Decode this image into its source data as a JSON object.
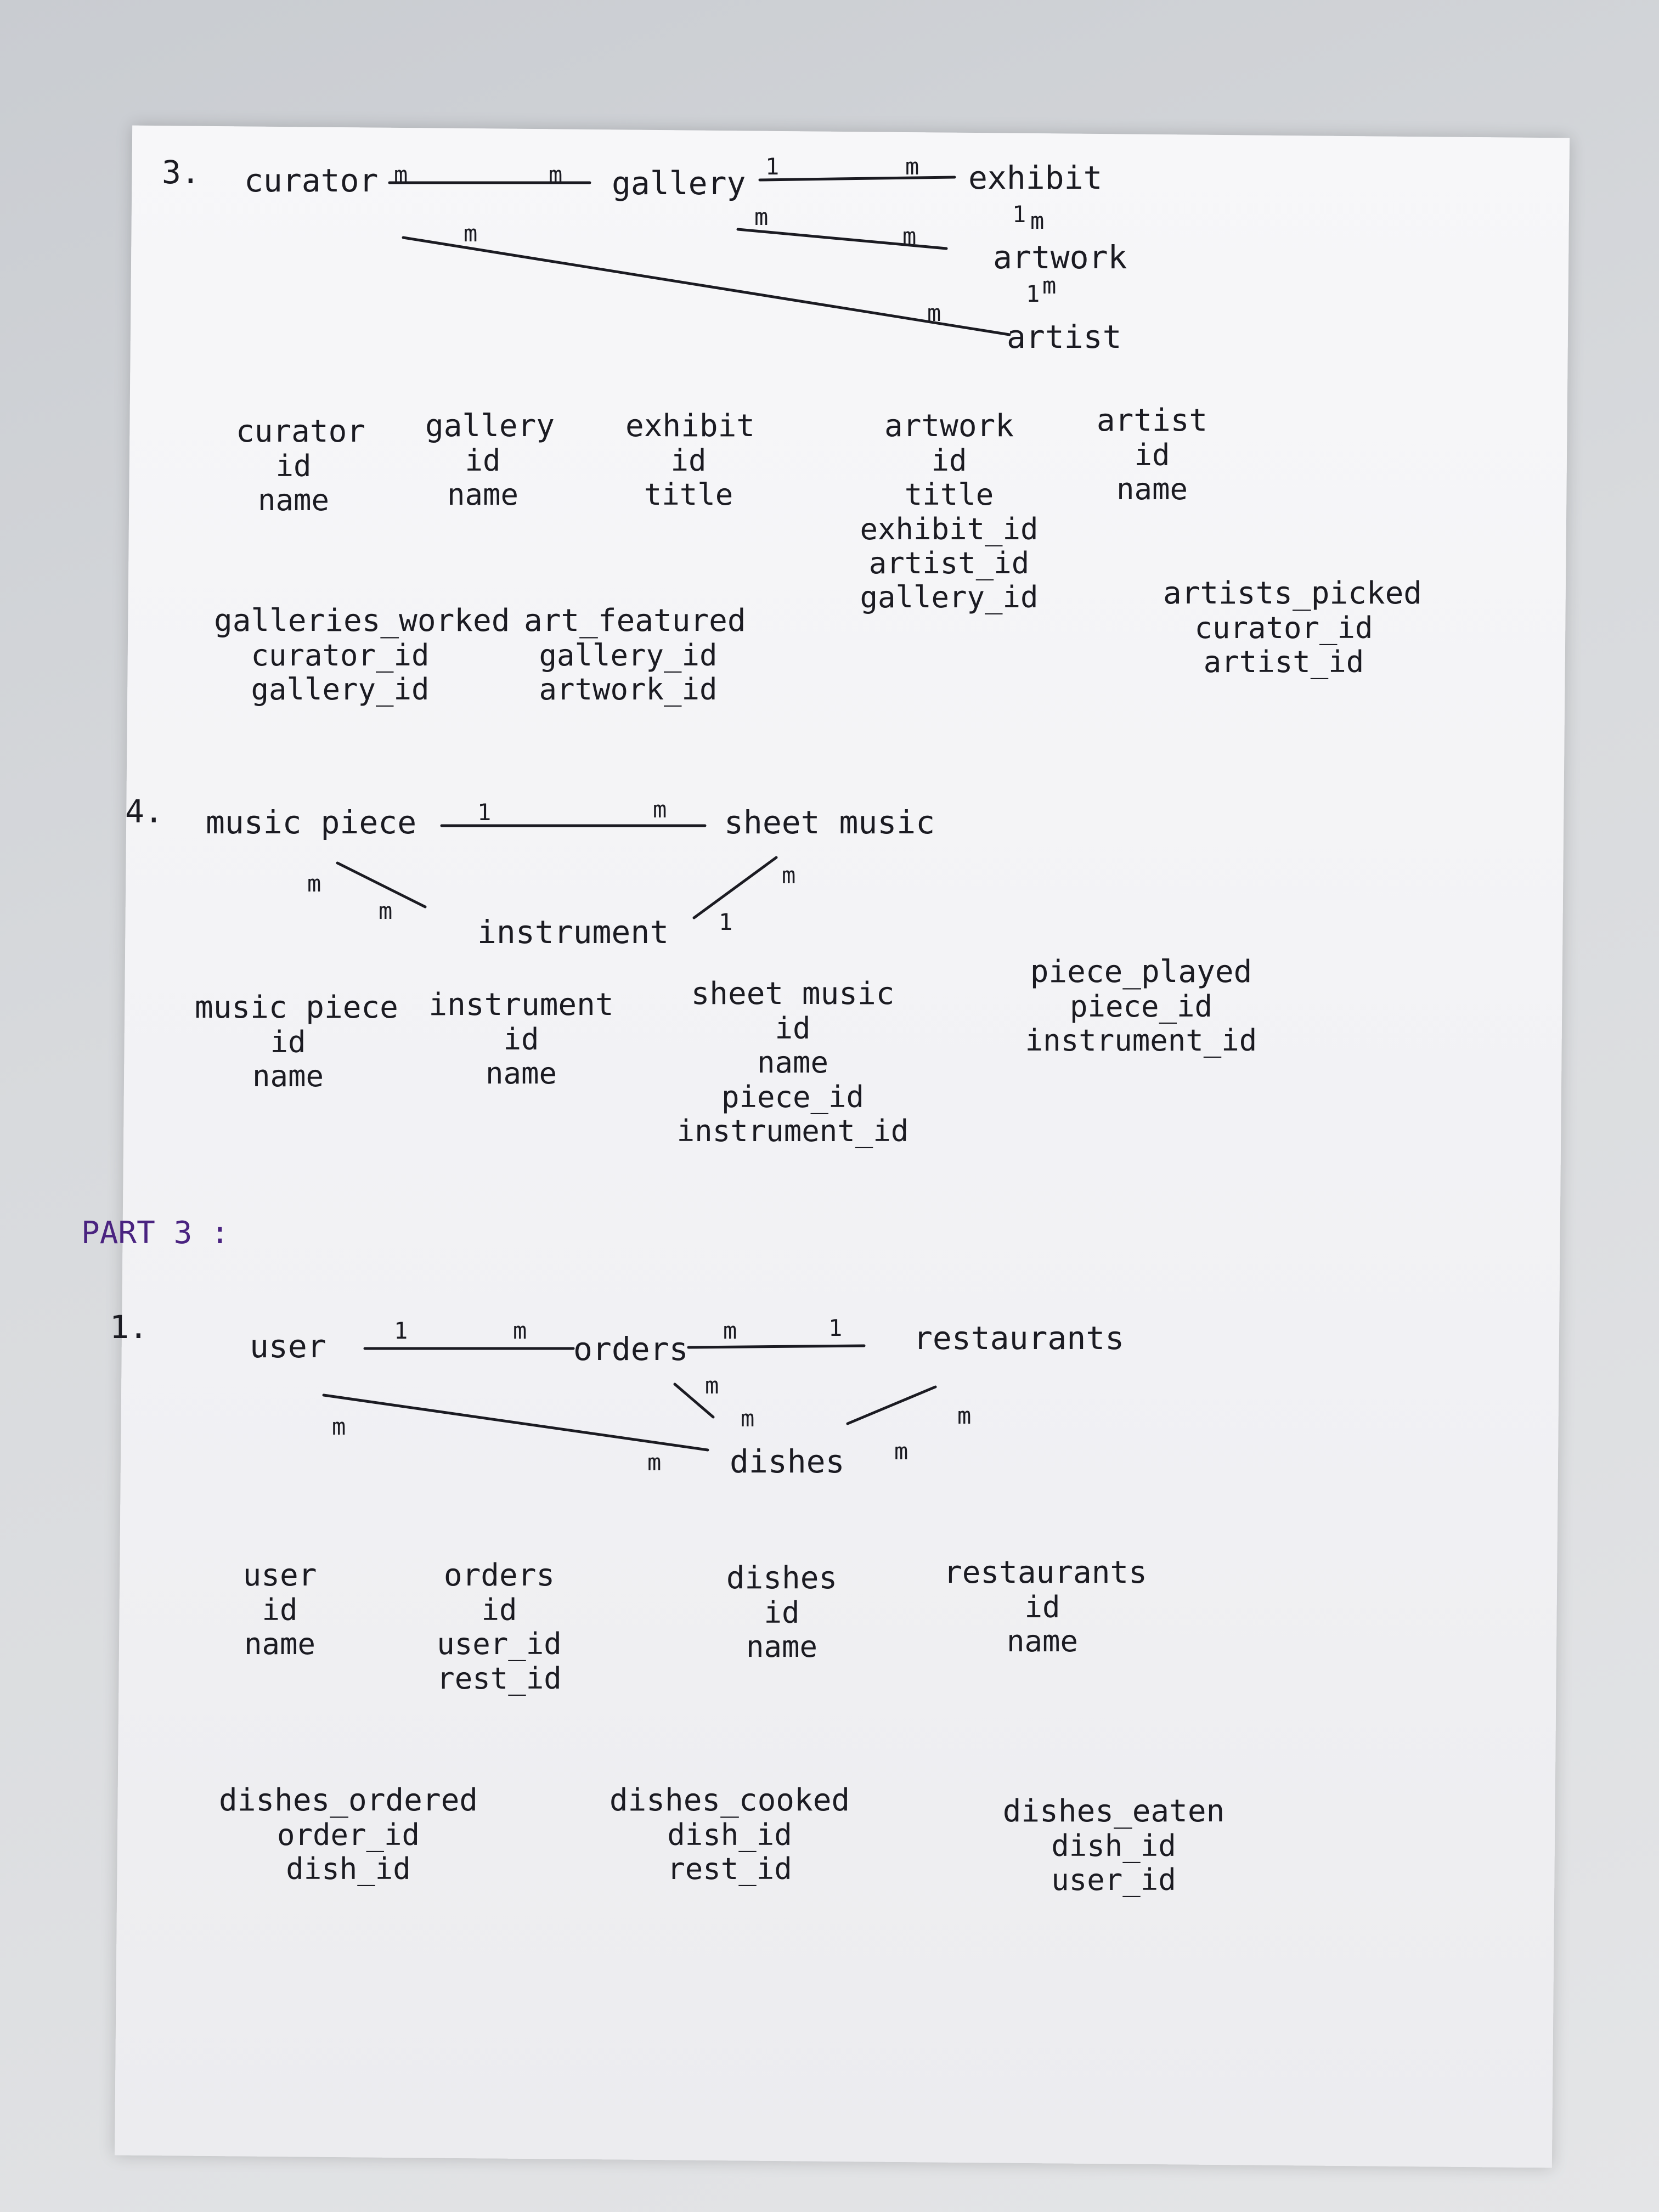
{
  "section3": {
    "number": "3.",
    "entities": {
      "curator": "curator",
      "gallery": "gallery",
      "exhibit": "exhibit",
      "artwork": "artwork",
      "artist": "artist"
    },
    "cardinalities": {
      "curator_gallery_left": "m",
      "curator_gallery_right": "m",
      "gallery_exhibit_left": "1",
      "gallery_exhibit_right": "m",
      "exhibit_artwork_top": "1",
      "exhibit_artwork_bottom": "m",
      "artwork_artist_top": "1",
      "artwork_artist_bottom": "m",
      "gallery_artwork_left": "m",
      "gallery_artwork_right": "m",
      "curator_artist_left": "m",
      "curator_artist_right": "m"
    },
    "tables": [
      {
        "name": "curator",
        "cols": [
          "id",
          "name"
        ]
      },
      {
        "name": "gallery",
        "cols": [
          "id",
          "name"
        ]
      },
      {
        "name": "exhibit",
        "cols": [
          "id",
          "title"
        ]
      },
      {
        "name": "artwork",
        "cols": [
          "id",
          "title",
          "exhibit_id",
          "artist_id",
          "gallery_id"
        ]
      },
      {
        "name": "artist",
        "cols": [
          "id",
          "name"
        ]
      },
      {
        "name": "galleries_worked",
        "cols": [
          "curator_id",
          "gallery_id"
        ]
      },
      {
        "name": "art_featured",
        "cols": [
          "gallery_id",
          "artwork_id"
        ]
      },
      {
        "name": "artists_picked",
        "cols": [
          "curator_id",
          "artist_id"
        ]
      }
    ]
  },
  "section4": {
    "number": "4.",
    "entities": {
      "music_piece": "music piece",
      "sheet_music": "sheet music",
      "instrument": "instrument"
    },
    "cardinalities": {
      "piece_sheet_left": "1",
      "piece_sheet_right": "m",
      "piece_instr_top": "m",
      "piece_instr_bottom": "m",
      "sheet_instr_top": "m",
      "sheet_instr_bottom": "1"
    },
    "tables": [
      {
        "name": "music piece",
        "cols": [
          "id",
          "name"
        ]
      },
      {
        "name": "instrument",
        "cols": [
          "id",
          "name"
        ]
      },
      {
        "name": "sheet music",
        "cols": [
          "id",
          "name",
          "piece_id",
          "instrument_id"
        ]
      },
      {
        "name": "piece_played",
        "cols": [
          "piece_id",
          "instrument_id"
        ]
      }
    ]
  },
  "part3": {
    "heading": "PART 3 :",
    "number": "1.",
    "entities": {
      "user": "user",
      "orders": "orders",
      "restaurants": "restaurants",
      "dishes": "dishes"
    },
    "cardinalities": {
      "user_orders_left": "1",
      "user_orders_right": "m",
      "orders_rest_left": "m",
      "orders_rest_right": "1",
      "orders_dishes_top": "m",
      "orders_dishes_bottom": "m",
      "rest_dishes_top": "m",
      "rest_dishes_bottom": "m",
      "user_dishes_left": "m",
      "user_dishes_right": "m"
    },
    "tables": [
      {
        "name": "user",
        "cols": [
          "id",
          "name"
        ]
      },
      {
        "name": "orders",
        "cols": [
          "id",
          "user_id",
          "rest_id"
        ]
      },
      {
        "name": "dishes",
        "cols": [
          "id",
          "name"
        ]
      },
      {
        "name": "restaurants",
        "cols": [
          "id",
          "name"
        ]
      },
      {
        "name": "dishes_ordered",
        "cols": [
          "order_id",
          "dish_id"
        ]
      },
      {
        "name": "dishes_cooked",
        "cols": [
          "dish_id",
          "rest_id"
        ]
      },
      {
        "name": "dishes_eaten",
        "cols": [
          "dish_id",
          "user_id"
        ]
      }
    ]
  }
}
